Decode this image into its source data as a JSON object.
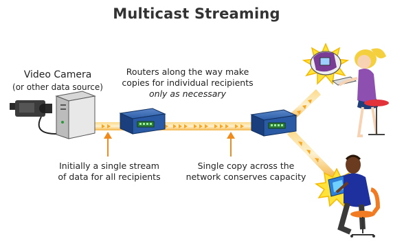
{
  "title": "Multicast Streaming",
  "source": {
    "label": "Video Camera",
    "sublabel": "(or other data source)"
  },
  "routers_note": {
    "text_before": "Routers along the way make copies for individual recipients ",
    "text_emphasis": "only as necessary"
  },
  "callouts": [
    {
      "line1": "Initially a single stream",
      "line2": "of data for all recipients"
    },
    {
      "line1": "Single copy across the",
      "line2": "network conserves capacity"
    }
  ],
  "icons": [
    "video-camera-icon",
    "computer-tower-icon",
    "router-icon",
    "woman-at-computer-icon",
    "man-with-laptop-icon",
    "starburst-icon"
  ],
  "colors": {
    "stream": "#f5a623",
    "stream_core": "#fbe7b0",
    "router": "#1f4e9a",
    "callout_arrow": "#f08a1c",
    "burst": "#ffe23a"
  }
}
